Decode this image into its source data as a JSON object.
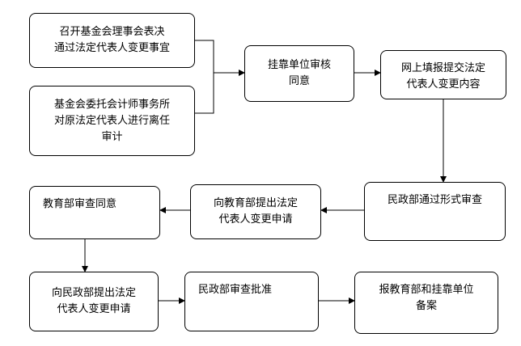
{
  "steps": {
    "s1": [
      "召开基金会理事会表决",
      "通过法定代表人变更事宜"
    ],
    "s2": [
      "基金会委托会计师事务所",
      "对原法定代表人进行离任",
      "审计"
    ],
    "s3": [
      "挂靠单位审核",
      "同意"
    ],
    "s4": [
      "网上填报提交法定",
      "代表人变更内容"
    ],
    "s5": [
      "民政部通过形式审查"
    ],
    "s6": [
      "向教育部提出法定",
      "代表人变更申请"
    ],
    "s7": [
      "教育部审查同意"
    ],
    "s8": [
      "向民政部提出法定",
      "代表人变更申请"
    ],
    "s9": [
      "民政部审查批准"
    ],
    "s10": [
      "报教育部和挂靠单位",
      "备案"
    ]
  }
}
